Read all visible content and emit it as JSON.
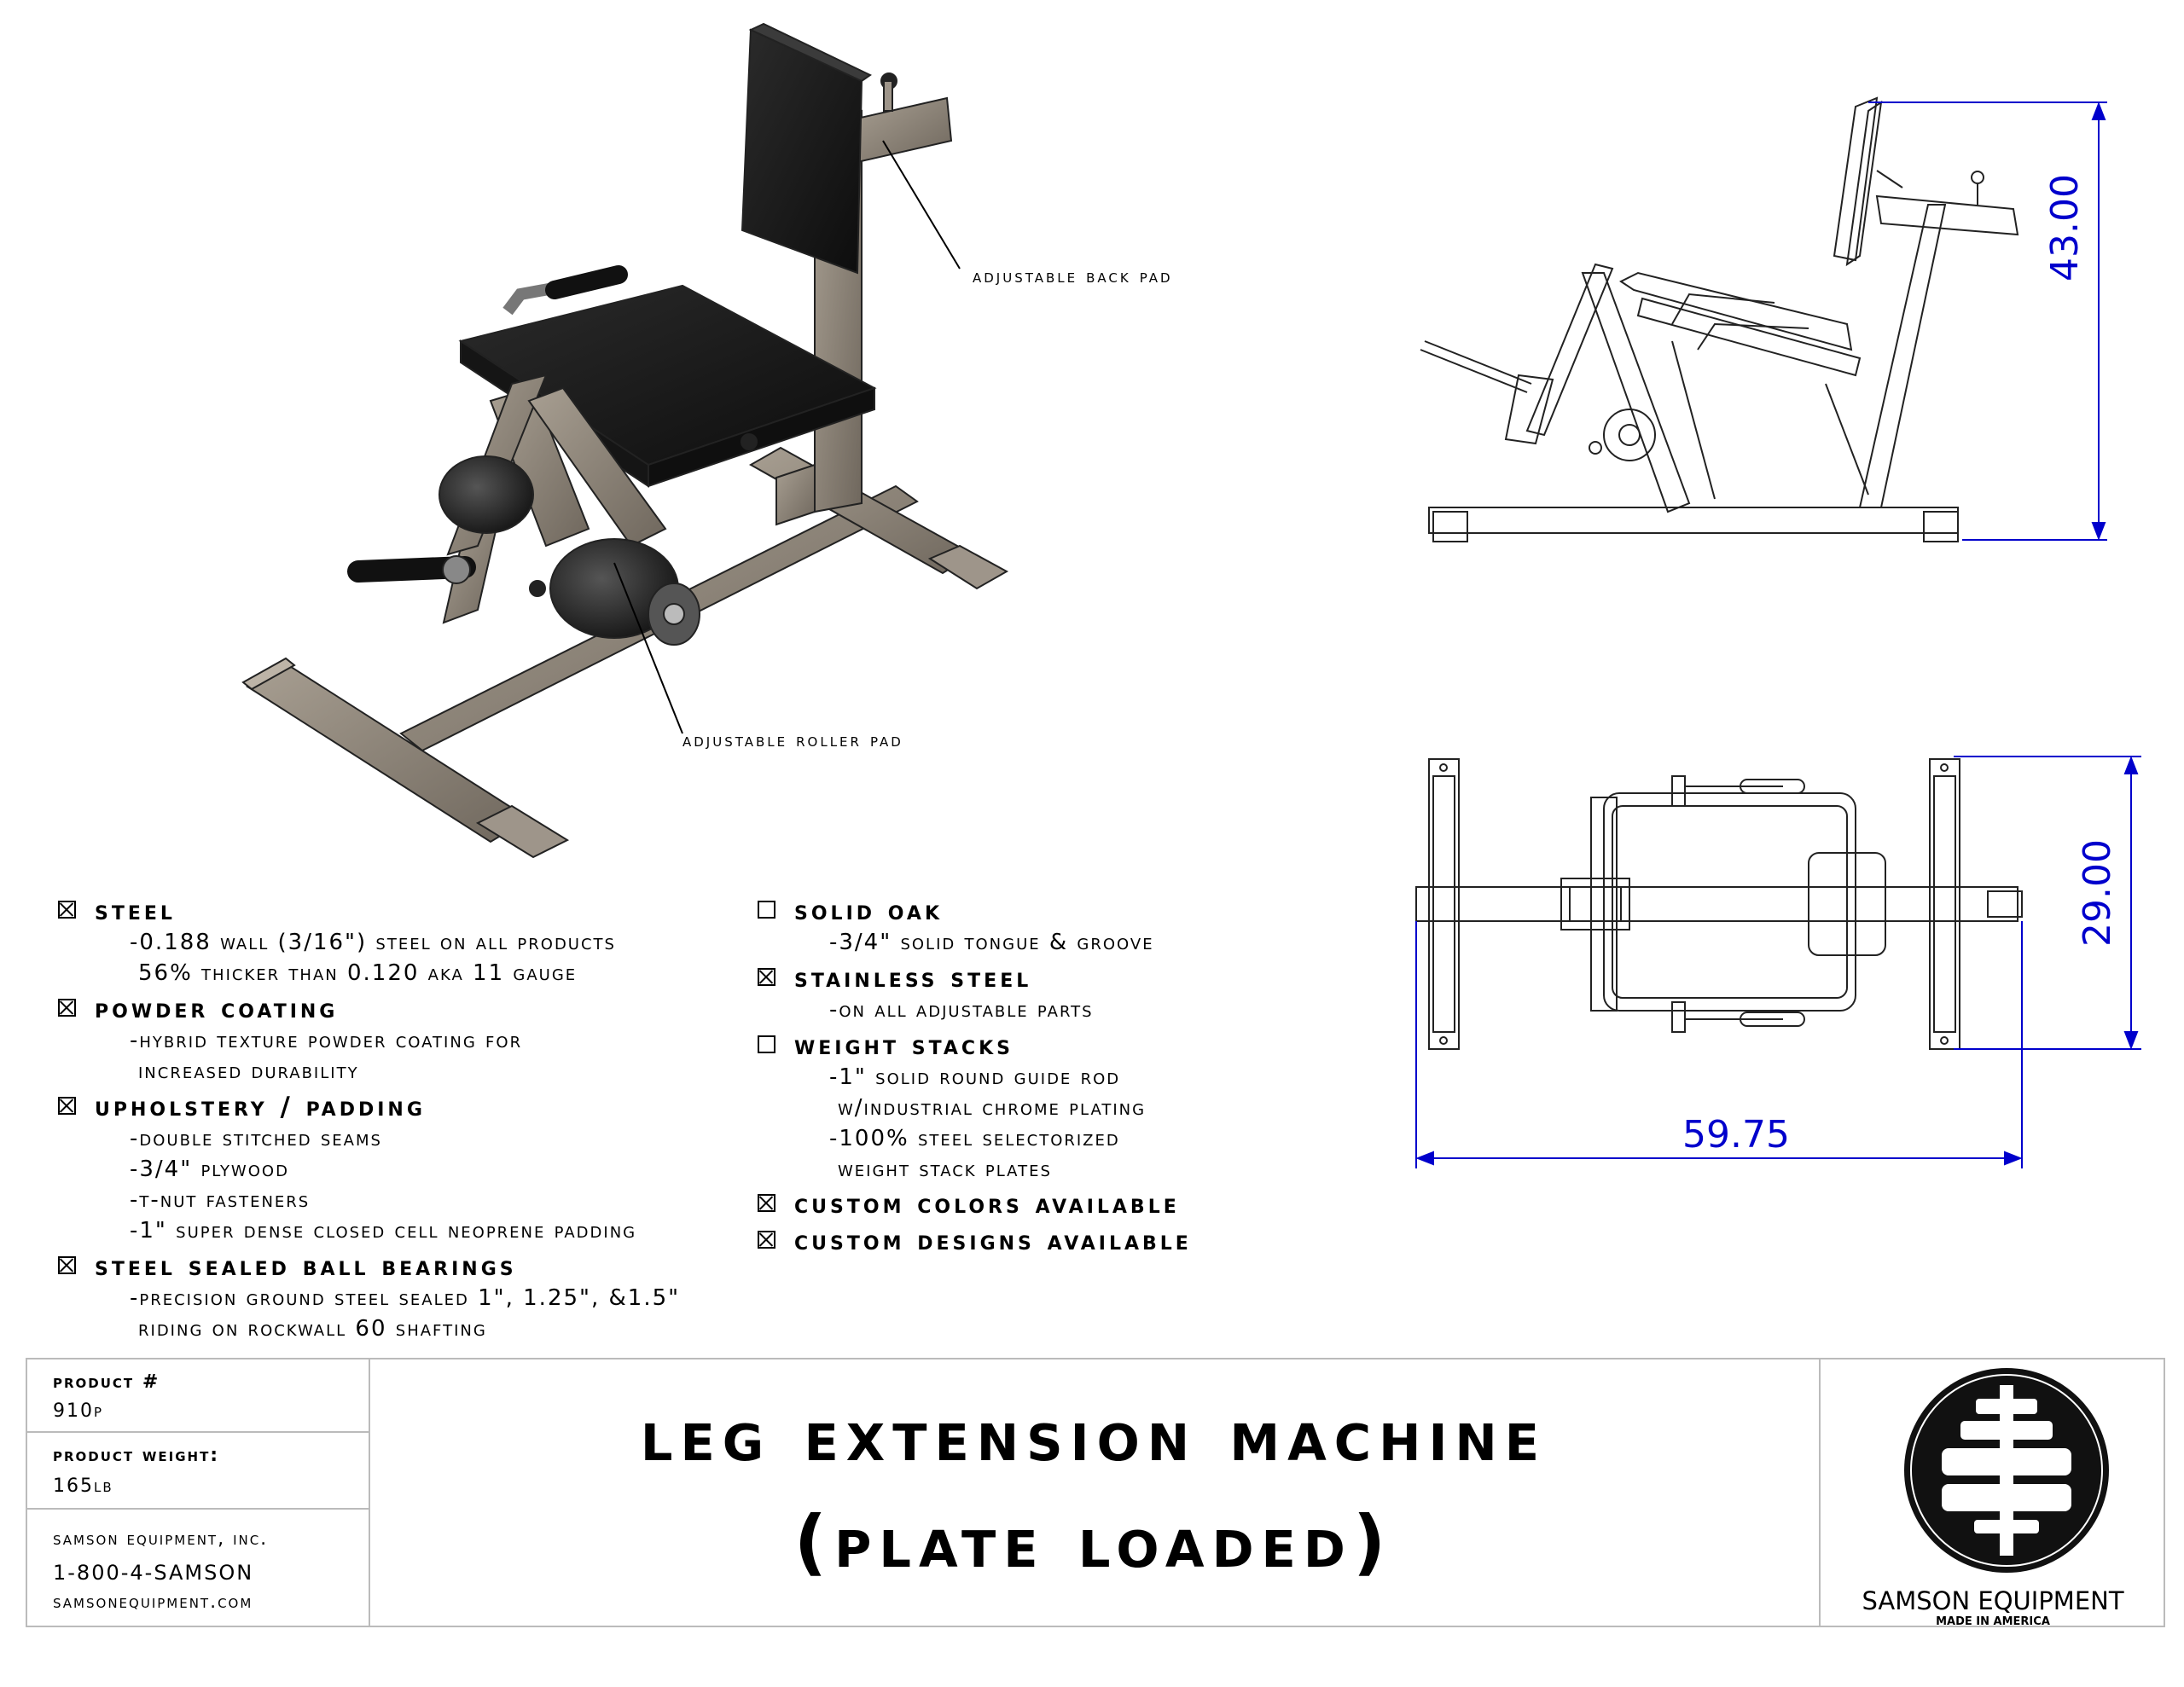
{
  "callouts": {
    "back_pad": "Adjustable back pad",
    "roller_pad": "Adjustable roller pad"
  },
  "dimensions": {
    "height": "43.00",
    "width": "29.00",
    "length": "59.75"
  },
  "specs_left": [
    {
      "checked": true,
      "heading": "Steel",
      "lines": [
        "-0.188 Wall (3/16\") Steel On ALL Products",
        " 56% Thicker than 0.120 AKA 11 Gauge"
      ]
    },
    {
      "checked": true,
      "heading": "Powder Coating",
      "lines": [
        "-Hybrid Texture Powder Coating For",
        " Increased Durability"
      ]
    },
    {
      "checked": true,
      "heading": "Upholstery / Padding",
      "lines": [
        "-Double Stitched Seams",
        "-3/4\" Plywood",
        "-T-Nut Fasteners",
        "-1\" Super Dense Closed Cell Neoprene Padding"
      ]
    },
    {
      "checked": true,
      "heading": "Steel Sealed Ball Bearings",
      "lines": [
        "-Precision Ground Steel Sealed 1\", 1.25\", &1.5\"",
        " Riding on Rockwall 60 Shafting"
      ]
    }
  ],
  "specs_right": [
    {
      "checked": false,
      "heading": "Solid Oak",
      "lines": [
        "-3/4\" Solid Tongue & Groove"
      ]
    },
    {
      "checked": true,
      "heading": "Stainless Steel",
      "lines": [
        "-On ALL Adjustable Parts"
      ]
    },
    {
      "checked": false,
      "heading": "Weight Stacks",
      "lines": [
        "-1\" Solid Round Guide Rod",
        " w/Industrial Chrome Plating",
        "-100% Steel Selectorized",
        " Weight Stack Plates"
      ]
    },
    {
      "checked": true,
      "heading": "Custom Colors Available",
      "lines": []
    },
    {
      "checked": true,
      "heading": "Custom Designs Available",
      "lines": []
    }
  ],
  "title_block": {
    "product_label": "Product #",
    "product_value": "910P",
    "weight_label": "Product Weight:",
    "weight_value": "165lb",
    "company": "Samson Equipment, Inc.",
    "phone": "1-800-4-SAMSON",
    "website": "samsonequipment.com",
    "title_line1": "Leg Extension Machine",
    "title_line2": "(Plate Loaded)",
    "logo_name": "SAMSON EQUIPMENT",
    "logo_tagline": "MADE IN AMERICA"
  },
  "colors": {
    "dimension": "#0000cc",
    "frame": "#8d8478",
    "pad": "#1c1c1c"
  }
}
